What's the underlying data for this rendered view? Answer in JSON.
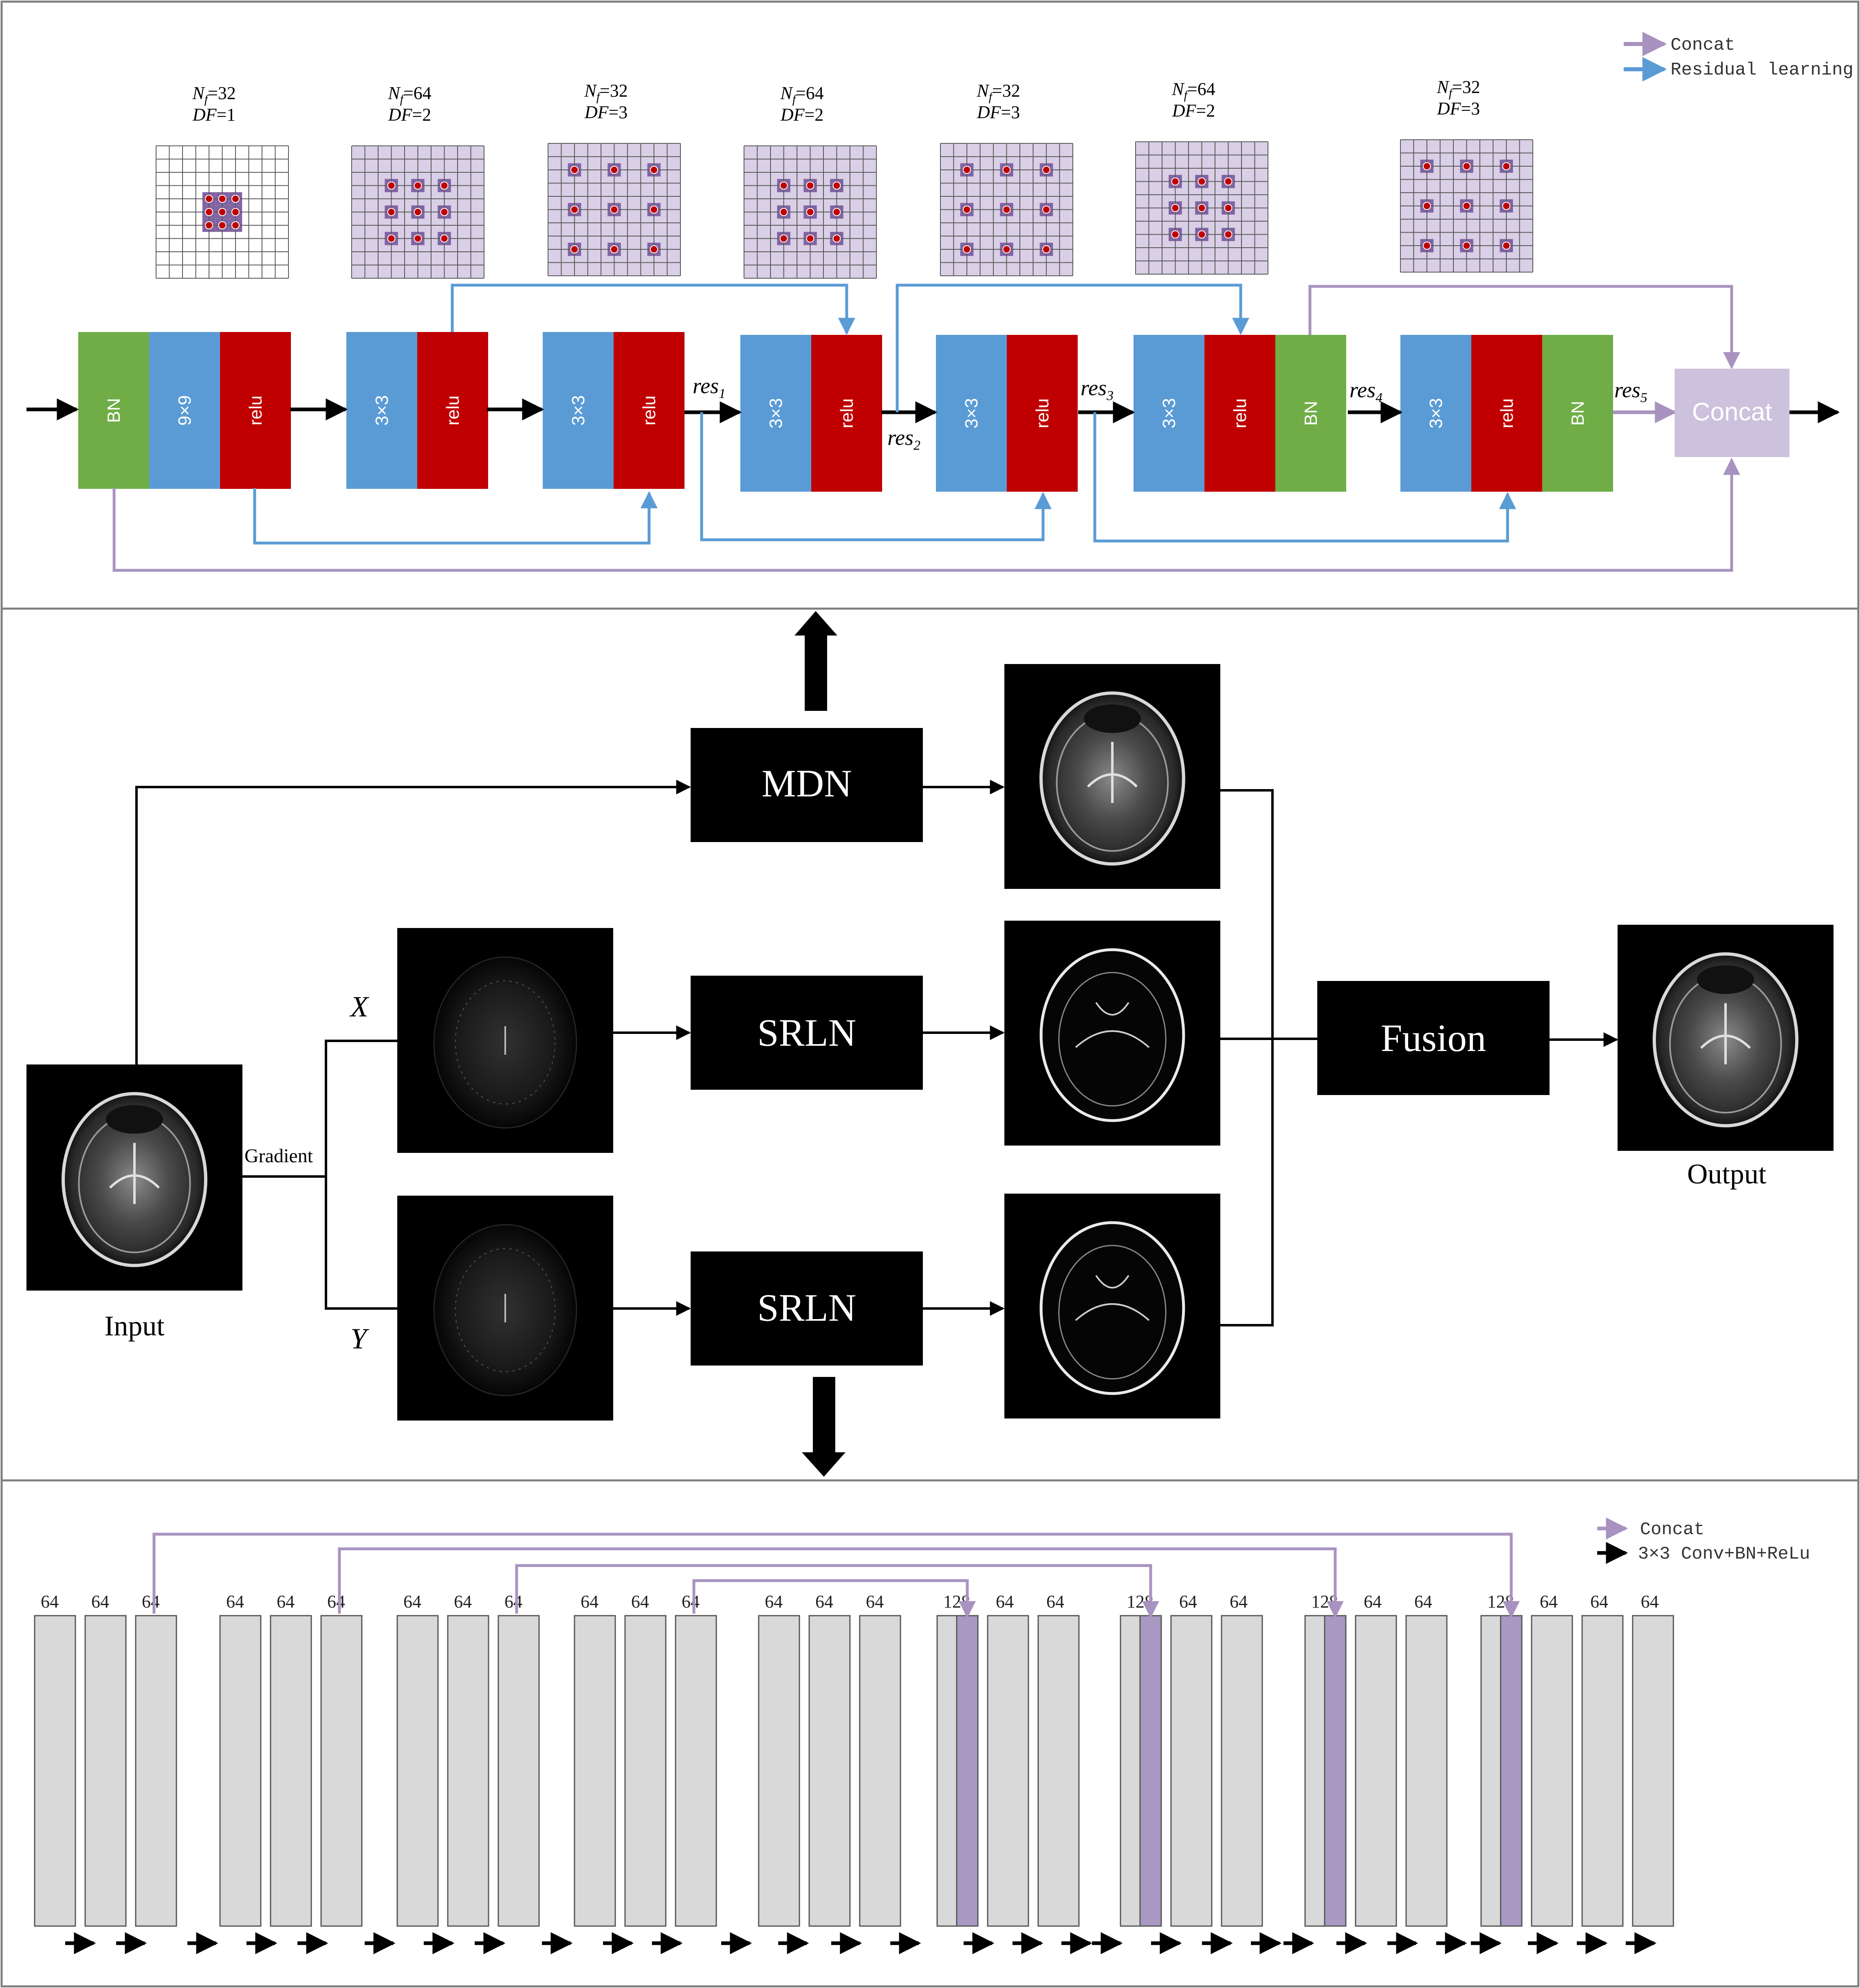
{
  "legend_top": {
    "concat": "Concat",
    "residual": "Residual learning"
  },
  "dilation_grids": [
    {
      "nf": "32",
      "df": "1"
    },
    {
      "nf": "64",
      "df": "2"
    },
    {
      "nf": "32",
      "df": "3"
    },
    {
      "nf": "64",
      "df": "2"
    },
    {
      "nf": "32",
      "df": "3"
    },
    {
      "nf": "64",
      "df": "2"
    },
    {
      "nf": "32",
      "df": "3"
    }
  ],
  "mdn_blocks": [
    [
      "BN",
      "9×9",
      "relu"
    ],
    [
      "3×3",
      "relu"
    ],
    [
      "3×3",
      "relu"
    ],
    [
      "3×3",
      "relu"
    ],
    [
      "3×3",
      "relu"
    ],
    [
      "3×3",
      "relu",
      "BN"
    ],
    [
      "3×3",
      "relu",
      "BN"
    ]
  ],
  "res_labels": [
    "res",
    "res",
    "res",
    "res",
    "res"
  ],
  "res_subscripts": [
    "1",
    "2",
    "3",
    "4",
    "5"
  ],
  "concat_box": "Concat",
  "nf_prefix": "N",
  "nf_sub": "f",
  "df_prefix": "DF",
  "pipeline": {
    "mdn": "MDN",
    "srln_x": "SRLN",
    "srln_y": "SRLN",
    "fusion": "Fusion",
    "input": "Input",
    "output": "Output",
    "gradient": "Gradient",
    "x_label": "X",
    "y_label": "Y"
  },
  "legend_bottom": {
    "concat": "Concat",
    "conv": "3×3 Conv+BN+ReLu"
  },
  "unet_labels": [
    "64",
    "64",
    "64",
    "64",
    "64",
    "64",
    "64",
    "64",
    "64",
    "64",
    "64",
    "64",
    "64",
    "64",
    "64",
    "128",
    "64",
    "64",
    "128",
    "64",
    "64",
    "128",
    "64",
    "64",
    "128",
    "64",
    "64",
    "64"
  ],
  "colors": {
    "bn": "#70ad47",
    "conv": "#5b9bd5",
    "relu": "#c00000",
    "concat_arrow": "#a893c0",
    "residual_arrow": "#5b9bd5",
    "concat_box": "#cdc2dd",
    "grid_fill": "#d9cfe6",
    "grid_center": "#8064a2",
    "unet_block": "#d9d9d9",
    "unet_concat": "#a898c2"
  }
}
